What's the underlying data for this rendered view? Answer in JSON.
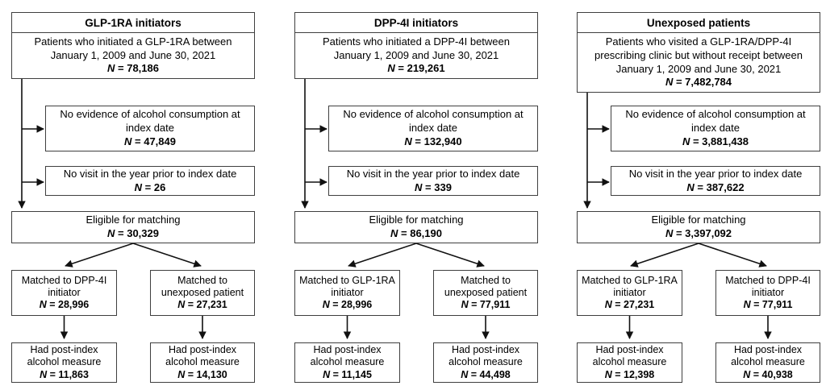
{
  "colors": {
    "box_border": "#3f3f3f",
    "arrow": "#111111",
    "background": "#ffffff",
    "text": "#000000"
  },
  "columns": [
    {
      "header": "GLP-1RA initiators",
      "top": {
        "lines": [
          "Patients who initiated a GLP-1RA between",
          "January 1, 2009 and June 30, 2021"
        ],
        "n": "N = 78,186"
      },
      "exclusions": [
        {
          "lines": [
            "No evidence of alcohol consumption at",
            "index date"
          ],
          "n": "N = 47,849"
        },
        {
          "lines": [
            "No visit in the year prior to index date"
          ],
          "n": "N = 26"
        }
      ],
      "eligible": {
        "lines": [
          "Eligible for matching"
        ],
        "n": "N = 30,329"
      },
      "matched": [
        {
          "lines": [
            "Matched to DPP-4I",
            "initiator"
          ],
          "n": "N = 28,996"
        },
        {
          "lines": [
            "Matched to",
            "unexposed patient"
          ],
          "n": "N = 27,231"
        }
      ],
      "post_index": [
        {
          "lines": [
            "Had post-index",
            "alcohol measure"
          ],
          "n": "N = 11,863"
        },
        {
          "lines": [
            "Had post-index",
            "alcohol measure"
          ],
          "n": "N = 14,130"
        }
      ]
    },
    {
      "header": "DPP-4I initiators",
      "top": {
        "lines": [
          "Patients who initiated a DPP-4I between",
          "January 1, 2009 and June 30, 2021"
        ],
        "n": "N = 219,261"
      },
      "exclusions": [
        {
          "lines": [
            "No evidence of alcohol consumption at",
            "index date"
          ],
          "n": "N = 132,940"
        },
        {
          "lines": [
            "No visit in the year prior to index date"
          ],
          "n": "N = 339"
        }
      ],
      "eligible": {
        "lines": [
          "Eligible for matching"
        ],
        "n": "N = 86,190"
      },
      "matched": [
        {
          "lines": [
            "Matched to GLP-1RA",
            "initiator"
          ],
          "n": "N = 28,996"
        },
        {
          "lines": [
            "Matched to",
            "unexposed patient"
          ],
          "n": "N = 77,911"
        }
      ],
      "post_index": [
        {
          "lines": [
            "Had post-index",
            "alcohol measure"
          ],
          "n": "N = 11,145"
        },
        {
          "lines": [
            "Had post-index",
            "alcohol measure"
          ],
          "n": "N = 44,498"
        }
      ]
    },
    {
      "header": "Unexposed patients",
      "top": {
        "lines": [
          "Patients who visited a GLP-1RA/DPP-4I",
          "prescribing clinic but without receipt between",
          "January 1, 2009 and June 30, 2021"
        ],
        "n": "N = 7,482,784"
      },
      "exclusions": [
        {
          "lines": [
            "No evidence of alcohol consumption at",
            "index date"
          ],
          "n": "N = 3,881,438"
        },
        {
          "lines": [
            "No visit in the year prior to index date"
          ],
          "n": "N = 387,622"
        }
      ],
      "eligible": {
        "lines": [
          "Eligible for matching"
        ],
        "n": "N = 3,397,092"
      },
      "matched": [
        {
          "lines": [
            "Matched to GLP-1RA",
            "initiator"
          ],
          "n": "N = 27,231"
        },
        {
          "lines": [
            "Matched to DPP-4I",
            "initiator"
          ],
          "n": "N = 77,911"
        }
      ],
      "post_index": [
        {
          "lines": [
            "Had post-index",
            "alcohol measure"
          ],
          "n": "N = 12,398"
        },
        {
          "lines": [
            "Had post-index",
            "alcohol measure"
          ],
          "n": "N = 40,938"
        }
      ]
    }
  ]
}
